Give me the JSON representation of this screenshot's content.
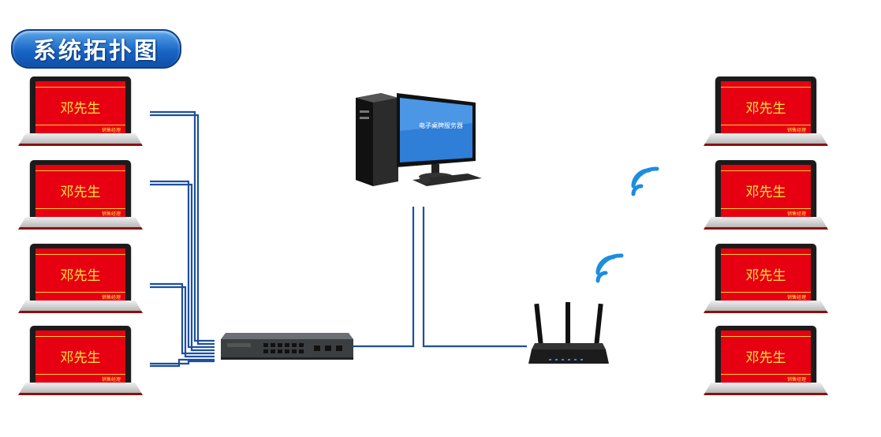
{
  "title": "系统拓扑图",
  "server": {
    "screen_text": "电子桌牌服务器",
    "icon": "desktop-computer-icon"
  },
  "switch": {
    "icon": "network-switch-icon"
  },
  "router": {
    "icon": "wireless-router-icon"
  },
  "wifi": {
    "icon": "wifi-signal-icon"
  },
  "colors": {
    "screen_red": "#e60012",
    "text_yellow": "#ffe23d",
    "cable_blue": "#1d4f9f",
    "title_blue": "#1a66c6"
  },
  "left_screens": [
    {
      "name": "邓先生",
      "role": "销售经理"
    },
    {
      "name": "邓先生",
      "role": "销售经理"
    },
    {
      "name": "邓先生",
      "role": "销售经理"
    },
    {
      "name": "邓先生",
      "role": "销售经理"
    }
  ],
  "right_screens": [
    {
      "name": "邓先生",
      "role": "销售经理"
    },
    {
      "name": "邓先生",
      "role": "销售经理"
    },
    {
      "name": "邓先生",
      "role": "销售经理"
    },
    {
      "name": "邓先生",
      "role": "销售经理"
    }
  ]
}
